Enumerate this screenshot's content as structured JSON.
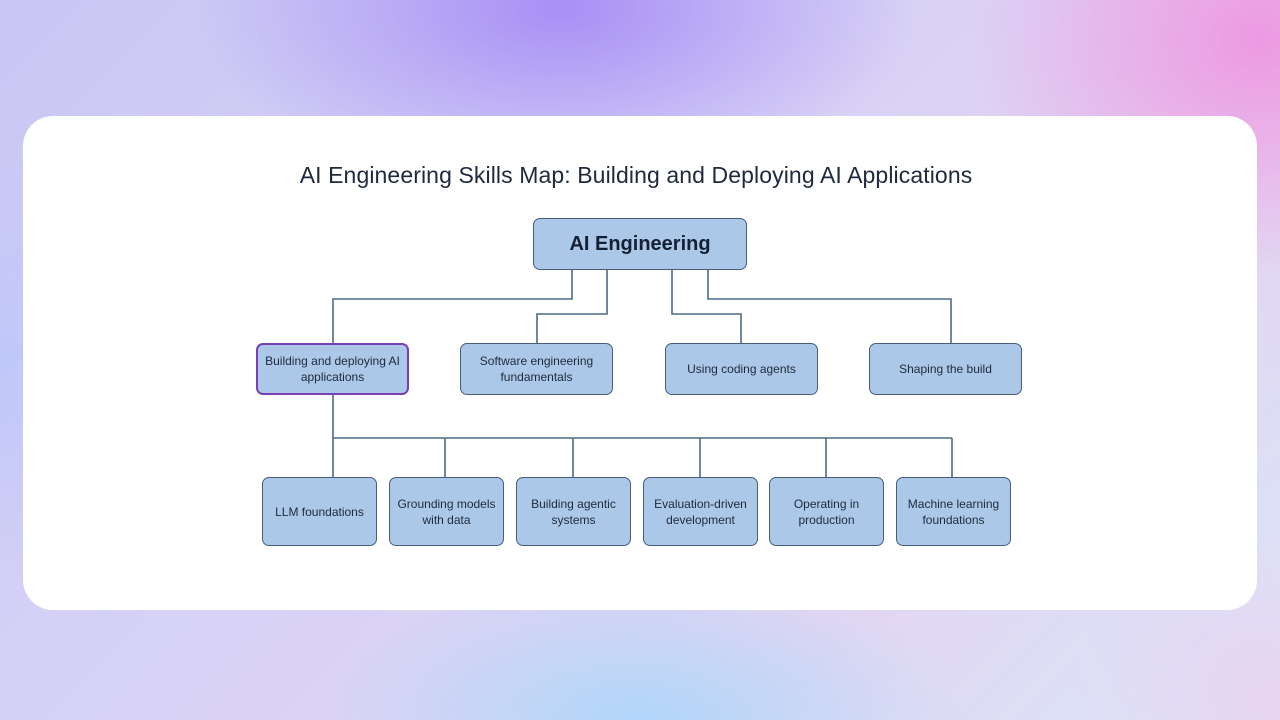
{
  "title": "AI Engineering Skills Map: Building and Deploying AI Applications",
  "root": {
    "label": "AI Engineering"
  },
  "level1": [
    {
      "label": "Building and deploying AI applications",
      "selected": true
    },
    {
      "label": "Software engineering fundamentals",
      "selected": false
    },
    {
      "label": "Using coding agents",
      "selected": false
    },
    {
      "label": "Shaping the build",
      "selected": false
    }
  ],
  "level2": [
    {
      "label": "LLM foundations"
    },
    {
      "label": "Grounding models with data"
    },
    {
      "label": "Building agentic systems"
    },
    {
      "label": "Evaluation-driven development"
    },
    {
      "label": "Operating in production"
    },
    {
      "label": "Machine learning foundations"
    }
  ],
  "colors": {
    "node_fill": "#abc8e9",
    "node_border": "#475e78",
    "selected_border": "#7a3fb4",
    "connector": "#4d6a8a"
  }
}
